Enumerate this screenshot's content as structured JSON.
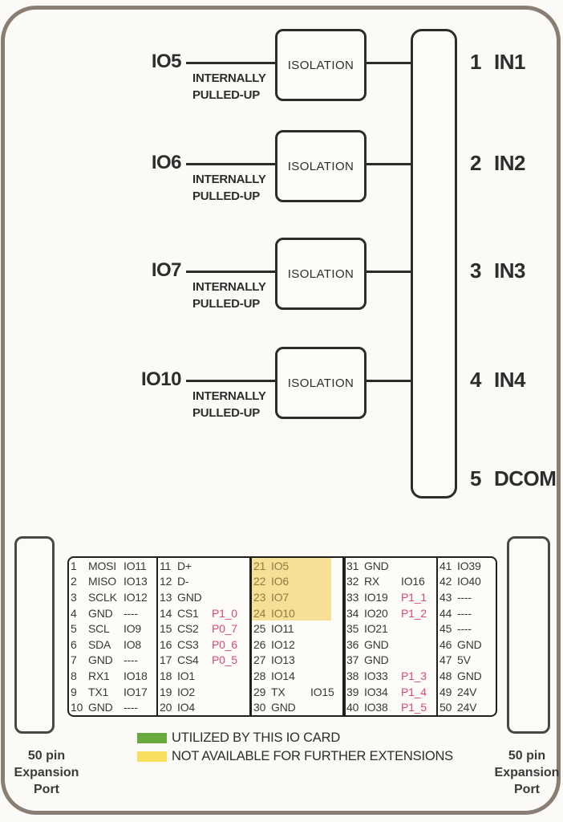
{
  "diagram": {
    "channels": [
      {
        "input": "IO5",
        "note_lines": [
          "INTERNALLY",
          "PULLED-UP"
        ],
        "block": "ISOLATION",
        "terminal": {
          "num": "1",
          "name": "IN1"
        }
      },
      {
        "input": "IO6",
        "note_lines": [
          "INTERNALLY",
          "PULLED-UP"
        ],
        "block": "ISOLATION",
        "terminal": {
          "num": "2",
          "name": "IN2"
        }
      },
      {
        "input": "IO7",
        "note_lines": [
          "INTERNALLY",
          "PULLED-UP"
        ],
        "block": "ISOLATION",
        "terminal": {
          "num": "3",
          "name": "IN3"
        }
      },
      {
        "input": "IO10",
        "note_lines": [
          "INTERNALLY",
          "PULLED-UP"
        ],
        "block": "ISOLATION",
        "terminal": {
          "num": "4",
          "name": "IN4"
        }
      }
    ],
    "dcom_terminal": {
      "num": "5",
      "name": "DCOM"
    }
  },
  "expansion_port": {
    "lines": [
      "50 pin",
      "Expansion",
      "Port"
    ]
  },
  "pin_table": {
    "columns": [
      {
        "pins": [
          {
            "n": "1",
            "name": "MOSI",
            "alias": "IO11"
          },
          {
            "n": "2",
            "name": "MISO",
            "alias": "IO13"
          },
          {
            "n": "3",
            "name": "SCLK",
            "alias": "IO12"
          },
          {
            "n": "4",
            "name": "GND",
            "alias": "----"
          },
          {
            "n": "5",
            "name": "SCL",
            "alias": "IO9"
          },
          {
            "n": "6",
            "name": "SDA",
            "alias": "IO8"
          },
          {
            "n": "7",
            "name": "GND",
            "alias": "----"
          },
          {
            "n": "8",
            "name": "RX1",
            "alias": "IO18"
          },
          {
            "n": "9",
            "name": "TX1",
            "alias": "IO17"
          },
          {
            "n": "10",
            "name": "GND",
            "alias": "----"
          }
        ]
      },
      {
        "pins": [
          {
            "n": "11",
            "name": "D+"
          },
          {
            "n": "12",
            "name": "D-"
          },
          {
            "n": "13",
            "name": "GND"
          },
          {
            "n": "14",
            "name": "CS1",
            "alias": "P1_0",
            "pink": true
          },
          {
            "n": "15",
            "name": "CS2",
            "alias": "P0_7",
            "pink": true
          },
          {
            "n": "16",
            "name": "CS3",
            "alias": "P0_6",
            "pink": true
          },
          {
            "n": "17",
            "name": "CS4",
            "alias": "P0_5",
            "pink": true
          },
          {
            "n": "18",
            "name": "IO1"
          },
          {
            "n": "19",
            "name": "IO2"
          },
          {
            "n": "20",
            "name": "IO4"
          }
        ]
      },
      {
        "pins": [
          {
            "n": "21",
            "name": "IO5",
            "hl": true
          },
          {
            "n": "22",
            "name": "IO6",
            "hl": true
          },
          {
            "n": "23",
            "name": "IO7",
            "hl": true
          },
          {
            "n": "24",
            "name": "IO10",
            "hl": true
          },
          {
            "n": "25",
            "name": "IO11"
          },
          {
            "n": "26",
            "name": "IO12"
          },
          {
            "n": "27",
            "name": "IO13"
          },
          {
            "n": "28",
            "name": "IO14"
          },
          {
            "n": "29",
            "name": "TX",
            "alias": "IO15"
          },
          {
            "n": "30",
            "name": "GND"
          }
        ]
      },
      {
        "pins": [
          {
            "n": "31",
            "name": "GND"
          },
          {
            "n": "32",
            "name": "RX",
            "alias": "IO16"
          },
          {
            "n": "33",
            "name": "IO19",
            "alias": "P1_1",
            "pink": true
          },
          {
            "n": "34",
            "name": "IO20",
            "alias": "P1_2",
            "pink": true
          },
          {
            "n": "35",
            "name": "IO21"
          },
          {
            "n": "36",
            "name": "GND"
          },
          {
            "n": "37",
            "name": "GND"
          },
          {
            "n": "38",
            "name": "IO33",
            "alias": "P1_3",
            "pink": true
          },
          {
            "n": "39",
            "name": "IO34",
            "alias": "P1_4",
            "pink": true
          },
          {
            "n": "40",
            "name": "IO38",
            "alias": "P1_5",
            "pink": true
          }
        ]
      },
      {
        "pins": [
          {
            "n": "41",
            "name": "IO39"
          },
          {
            "n": "42",
            "name": "IO40"
          },
          {
            "n": "43",
            "name": "----"
          },
          {
            "n": "44",
            "name": "----"
          },
          {
            "n": "45",
            "name": "----"
          },
          {
            "n": "46",
            "name": "GND"
          },
          {
            "n": "47",
            "name": "5V"
          },
          {
            "n": "48",
            "name": "GND"
          },
          {
            "n": "49",
            "name": "24V"
          },
          {
            "n": "50",
            "name": "24V"
          }
        ]
      }
    ]
  },
  "legend": {
    "items": [
      {
        "color": "#68a93c",
        "label": "UTILIZED BY THIS IO CARD"
      },
      {
        "color": "#f8e05e",
        "label": "NOT AVAILABLE FOR FURTHER EXTENSIONS"
      }
    ]
  },
  "colors": {
    "pink_alias": "#d8497b",
    "highlight_fill": "#f7e096",
    "highlight_text": "#8e7b44",
    "legend_green": "#68a93c",
    "legend_yellow": "#f8e05e",
    "frame_border": "#8a7d73"
  }
}
